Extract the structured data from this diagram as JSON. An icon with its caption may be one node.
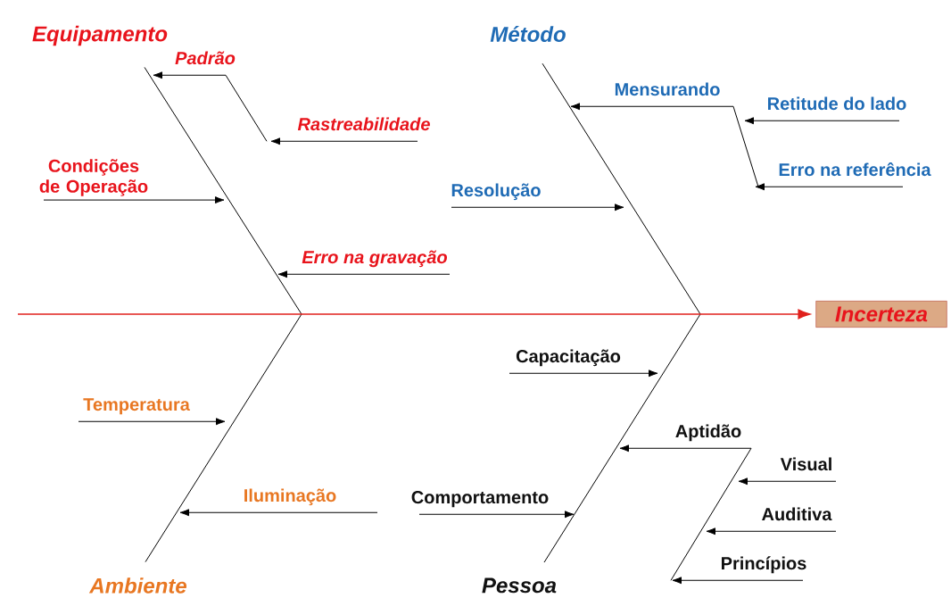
{
  "diagram": {
    "nodes": [
      {
        "text": [
          "Equipamento"
        ]
      },
      {
        "text": [
          "Padrão"
        ]
      },
      {
        "text": [
          "Rastreabilidade"
        ]
      },
      {
        "text": [
          "Condições de Operação"
        ]
      },
      {
        "text": [
          "Erro na gravação"
        ]
      },
      {
        "text": [
          "Método"
        ]
      },
      {
        "text": [
          "Mensurando"
        ]
      },
      {
        "text": [
          "Retitude do lado"
        ]
      },
      {
        "text": [
          "Erro na referência"
        ]
      },
      {
        "text": [
          "Resolução"
        ]
      },
      {
        "text": [
          "Incerteza"
        ]
      },
      {
        "text": [
          "Temperatura"
        ]
      },
      {
        "text": [
          "Iluminação"
        ]
      },
      {
        "text": [
          "Ambiente"
        ]
      },
      {
        "text": [
          "Capacitação"
        ]
      },
      {
        "text": [
          "Aptidão"
        ]
      },
      {
        "text": [
          "Visual"
        ]
      },
      {
        "text": [
          "Auditiva"
        ]
      },
      {
        "text": [
          "Princípios"
        ]
      },
      {
        "text": [
          "Comportamento"
        ]
      },
      {
        "text": [
          "Pessoa"
        ]
      }
    ],
    "edges": [
      {
        "from": 0,
        "to": null,
        "arrow": "none"
      },
      {
        "from": 1,
        "to": null,
        "arrow": "to"
      },
      {
        "from": 2,
        "to": null,
        "arrow": "to"
      },
      {
        "from": 3,
        "to": null,
        "arrow": "to"
      },
      {
        "from": 4,
        "to": null,
        "arrow": "to"
      },
      {
        "from": 5,
        "to": null,
        "arrow": "none"
      },
      {
        "from": 6,
        "to": null,
        "arrow": "to"
      },
      {
        "from": 7,
        "to": null,
        "arrow": "to"
      },
      {
        "from": 8,
        "to": null,
        "arrow": "to"
      },
      {
        "from": 9,
        "to": null,
        "arrow": "to"
      },
      {
        "from": 13,
        "to": null,
        "arrow": "none"
      },
      {
        "from": 11,
        "to": null,
        "arrow": "to"
      },
      {
        "from": 12,
        "to": null,
        "arrow": "to"
      },
      {
        "from": 20,
        "to": null,
        "arrow": "none"
      },
      {
        "from": 14,
        "to": null,
        "arrow": "to"
      },
      {
        "from": 15,
        "to": null,
        "arrow": "to"
      },
      {
        "from": 16,
        "to": null,
        "arrow": "to"
      },
      {
        "from": 17,
        "to": null,
        "arrow": "to"
      },
      {
        "from": 18,
        "to": null,
        "arrow": "to"
      },
      {
        "from": 19,
        "to": null,
        "arrow": "to"
      },
      {
        "from": null,
        "to": 10,
        "arrow": "to",
        "color": "#e0201c"
      }
    ]
  }
}
